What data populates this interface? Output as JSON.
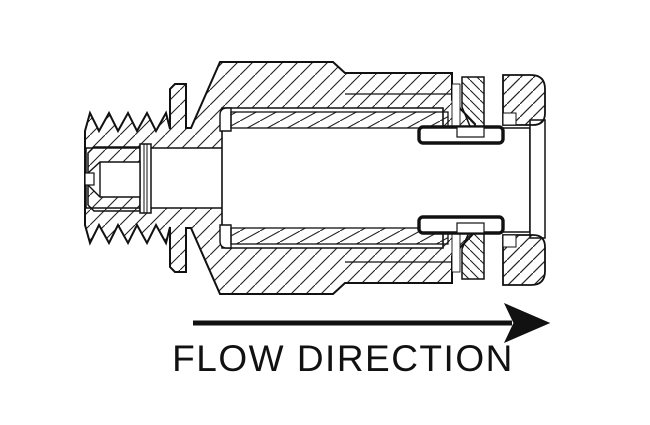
{
  "diagram": {
    "type": "technical-cross-section",
    "subject": "quick-disconnect-coupling-section-view",
    "label": "FLOW DIRECTION",
    "arrow_direction": "right",
    "ink_color": "#111111",
    "background_color": "#ffffff"
  }
}
